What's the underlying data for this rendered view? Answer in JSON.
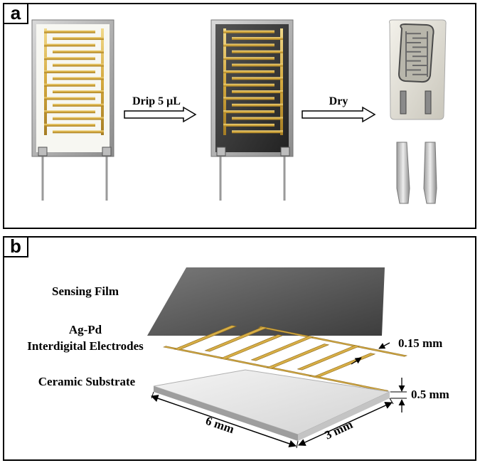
{
  "panel_a": {
    "label": "a",
    "step1": "Drip 5 μL",
    "step2": "Dry"
  },
  "panel_b": {
    "label": "b",
    "layer1": "Sensing Film",
    "layer2_line1": "Ag-Pd",
    "layer2_line2": "Interdigital Electrodes",
    "layer3": "Ceramic Substrate",
    "dim_width": "0.15 mm",
    "dim_thickness": "0.5 mm",
    "dim_length": "6 mm",
    "dim_depth": "3 mm"
  },
  "colors": {
    "gold": "#d8b24a",
    "film": "#3a3a3a",
    "ceramic": "#e6e6e6"
  }
}
